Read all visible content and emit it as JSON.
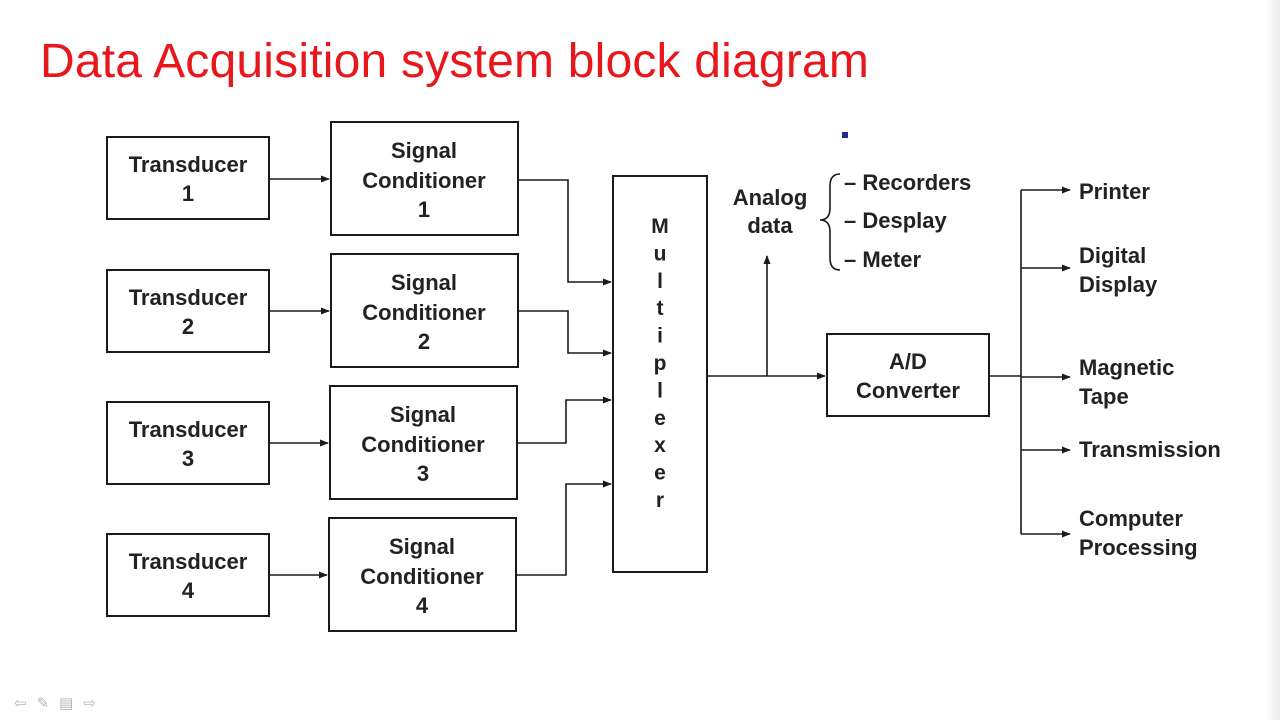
{
  "slide": {
    "title": "Data Acquisition system block diagram",
    "title_color": "#e8171b"
  },
  "diagram": {
    "transducers": [
      {
        "line1": "Transducer",
        "line2": "1"
      },
      {
        "line1": "Transducer",
        "line2": "2"
      },
      {
        "line1": "Transducer",
        "line2": "3"
      },
      {
        "line1": "Transducer",
        "line2": "4"
      }
    ],
    "signal_conditioners": [
      {
        "line1": "Signal",
        "line2": "Conditioner",
        "line3": "1"
      },
      {
        "line1": "Signal",
        "line2": "Conditioner",
        "line3": "2"
      },
      {
        "line1": "Signal",
        "line2": "Conditioner",
        "line3": "3"
      },
      {
        "line1": "Signal",
        "line2": "Conditioner",
        "line3": "4"
      }
    ],
    "multiplexer": {
      "label": "Multiplexer"
    },
    "analog": {
      "label_line1": "Analog",
      "label_line2": "data",
      "items": [
        "– Recorders",
        "– Desplay",
        "– Meter"
      ]
    },
    "adc": {
      "line1": "A/D",
      "line2": "Converter"
    },
    "outputs": [
      {
        "line1": "Printer",
        "line2": ""
      },
      {
        "line1": "Digital",
        "line2": "Display"
      },
      {
        "line1": "Magnetic",
        "line2": "Tape"
      },
      {
        "line1": "Transmission",
        "line2": ""
      },
      {
        "line1": "Computer",
        "line2": "Processing"
      }
    ]
  },
  "controls": {
    "prev_icon": "arrow-left-icon",
    "pen_icon": "pen-icon",
    "menu_icon": "menu-icon",
    "next_icon": "arrow-right-icon"
  }
}
